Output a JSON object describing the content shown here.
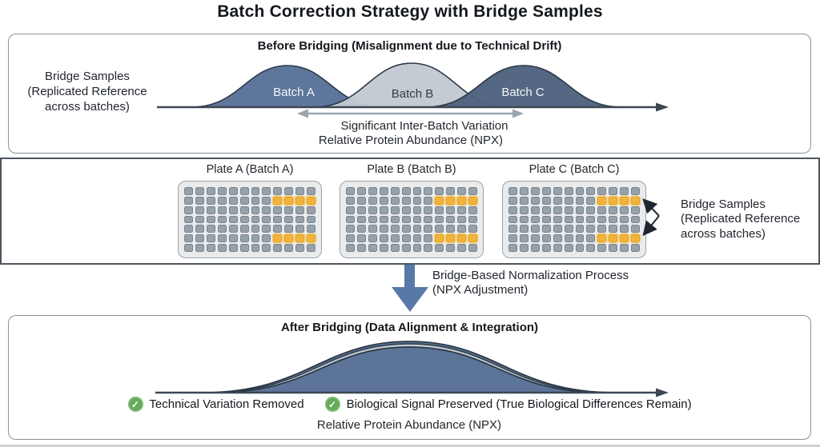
{
  "title": "Batch Correction Strategy with Bridge Samples",
  "colors": {
    "batch_a": "#5e769b",
    "batch_b": "#c3c9d1",
    "batch_c": "#4e627e",
    "curve_outline": "#2c3947",
    "after_main": "#5d7499",
    "after_band": "#c3cbd3",
    "axis": "#3d4752",
    "double_arrow": "#9aa4ad",
    "down_arrow": "#5878a8",
    "well_gray": "#97a1aa",
    "well_yellow": "#f2b33d",
    "plate_bg": "#e9ebed",
    "check_green": "#67ab5a",
    "separator": "#4d565f",
    "panel_border": "#8b929a"
  },
  "before_panel": {
    "title": "Before Bridging (Misalignment due to Technical Drift)",
    "left_label": "Bridge Samples\n(Replicated Reference\nacross batches)",
    "batches": [
      {
        "label": "Batch A"
      },
      {
        "label": "Batch B"
      },
      {
        "label": "Batch C"
      }
    ],
    "variation_label": "Significant Inter-Batch Variation",
    "axis_label": "Relative Protein Abundance (NPX)"
  },
  "plates_section": {
    "plates": [
      {
        "label": "Plate A (Batch A)"
      },
      {
        "label": "Plate B (Batch B)"
      },
      {
        "label": "Plate C (Batch C)"
      }
    ],
    "grid": {
      "rows": 7,
      "cols": 12,
      "bridge_rows": [
        2,
        6
      ],
      "bridge_cols": [
        9,
        10,
        11,
        12
      ]
    },
    "right_label": "Bridge Samples\n(Replicated Reference\nacross batches)"
  },
  "normalization": {
    "line1": "Bridge-Based Normalization Process",
    "line2": "(NPX Adjustment)"
  },
  "after_panel": {
    "title": "After Bridging (Data Alignment & Integration)",
    "checks": [
      "Technical Variation Removed",
      "Biological Signal Preserved (True Biological Differences Remain)"
    ],
    "check_icon": "✓",
    "axis_label": "Relative Protein Abundance (NPX)"
  }
}
